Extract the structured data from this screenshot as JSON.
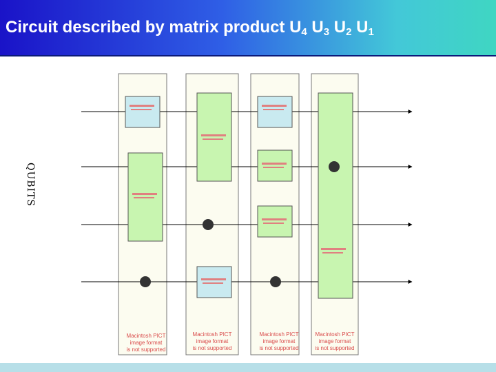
{
  "slide": {
    "title_parts": [
      {
        "text": "Circuit described by matrix product U"
      },
      {
        "sub": "4"
      },
      {
        "text": " U"
      },
      {
        "sub": "3"
      },
      {
        "text": " U"
      },
      {
        "sub": "2"
      },
      {
        "text": " U"
      },
      {
        "sub": "1"
      }
    ],
    "axis_label": "QUBITS"
  },
  "colors": {
    "gate_fill": "#c8f5b0",
    "gate_border": "#555555",
    "column_fill": "#fcfcf0",
    "placeholder_fill": "#c9eaf0",
    "caption_text": "#d94a4a"
  },
  "unsupported_image_caption": [
    "Macintosh PICT",
    "image format",
    "is not supported"
  ]
}
